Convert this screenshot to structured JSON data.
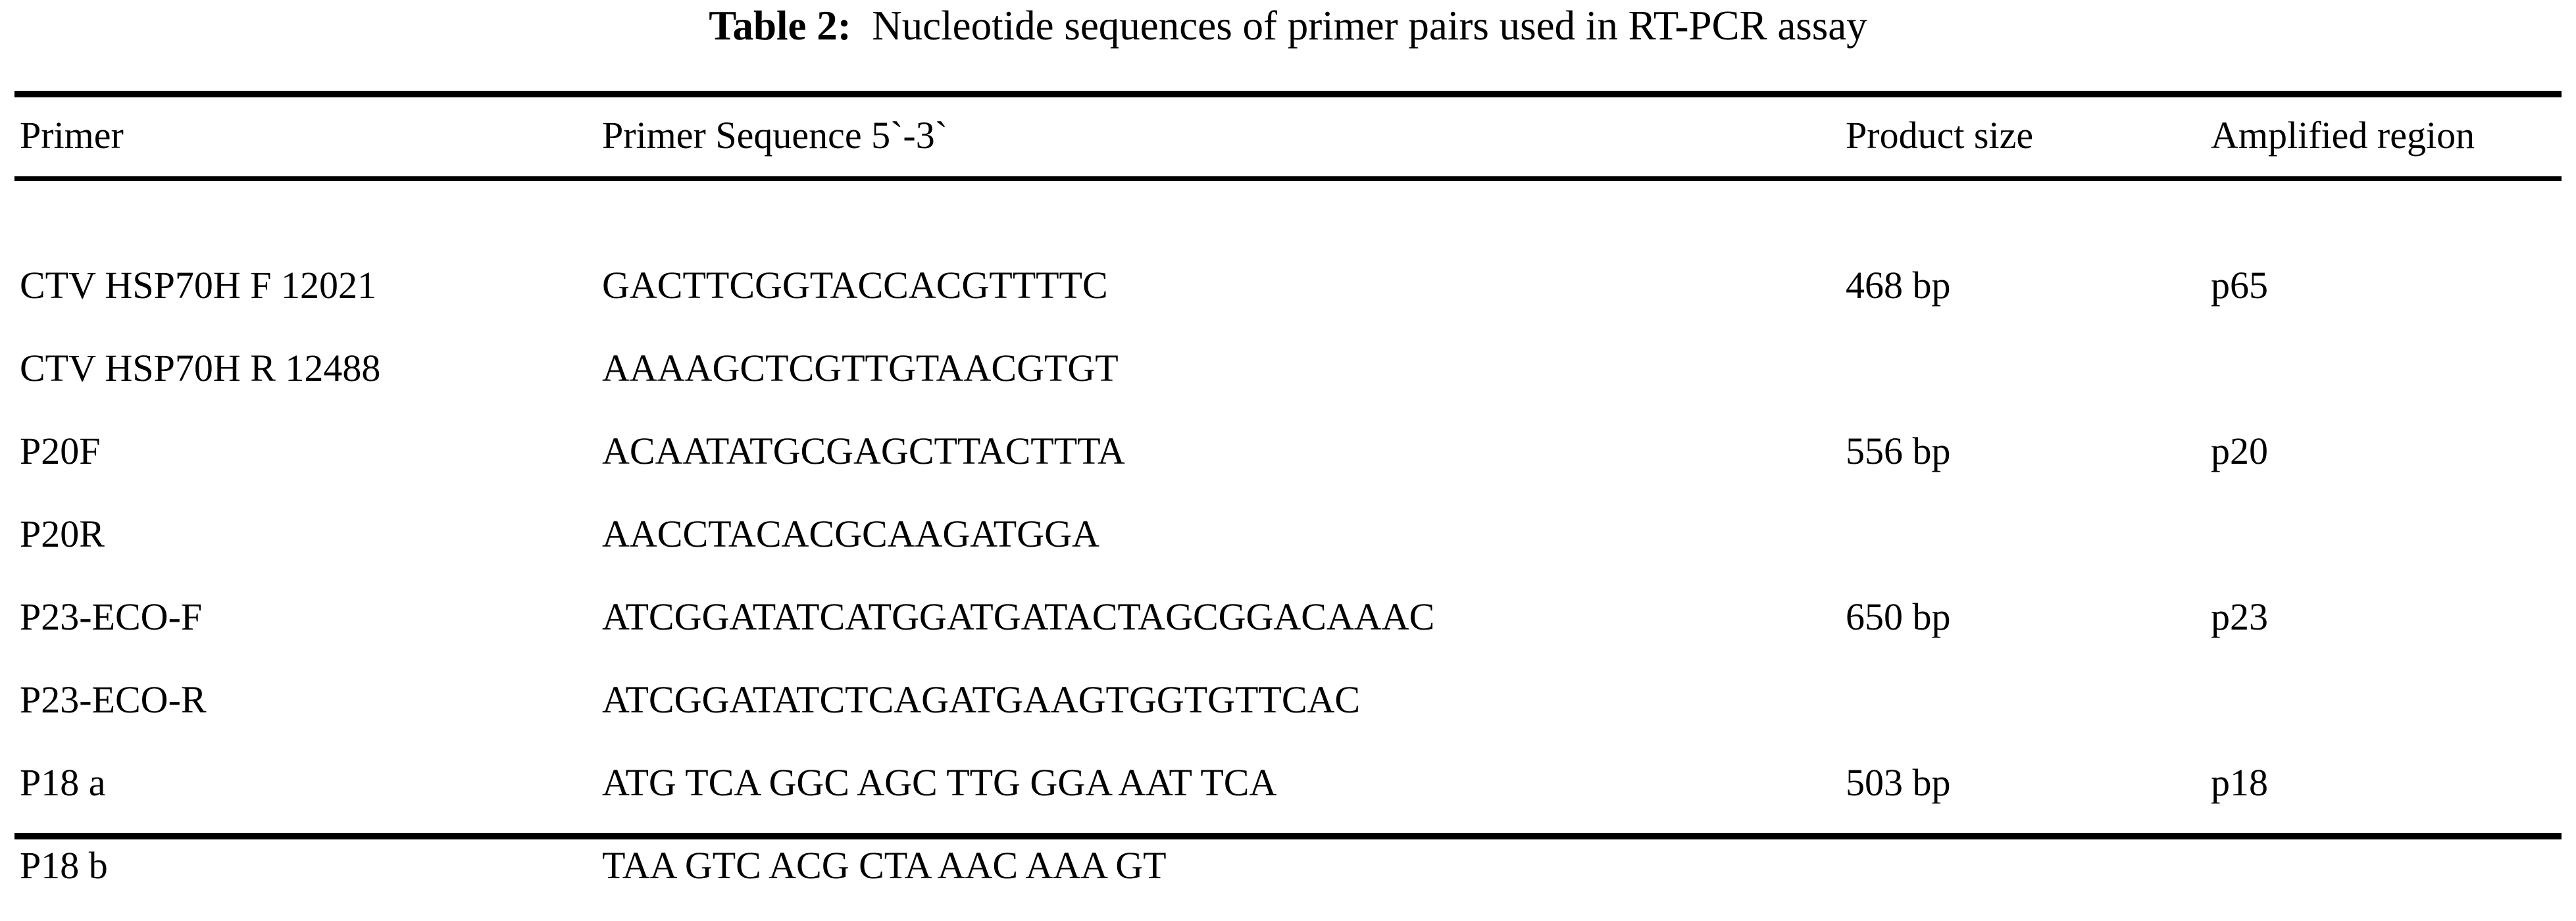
{
  "caption": {
    "label": "Table 2:",
    "text": "Nucleotide sequences of primer pairs used in RT-PCR assay"
  },
  "table": {
    "columns": [
      "Primer",
      "Primer Sequence 5`-3`",
      "Product size",
      "Amplified region"
    ],
    "rows": [
      {
        "primer": "CTV HSP70H F 12021",
        "sequence": "GACTTCGGTACCACGTTTTC",
        "product_size": "468 bp",
        "amplified_region": "p65"
      },
      {
        "primer": "CTV HSP70H R 12488",
        "sequence": "AAAAGCTCGTTGTAACGTGT",
        "product_size": "",
        "amplified_region": ""
      },
      {
        "primer": "P20F",
        "sequence": "ACAATATGCGAGCTTACTTTA",
        "product_size": "556 bp",
        "amplified_region": "p20"
      },
      {
        "primer": "P20R",
        "sequence": "AACCTACACGCAAGATGGA",
        "product_size": "",
        "amplified_region": ""
      },
      {
        "primer": "P23-ECO-F",
        "sequence": "ATCGGATATCATGGATGATACTAGCGGACAAAC",
        "product_size": "650 bp",
        "amplified_region": "p23"
      },
      {
        "primer": "P23-ECO-R",
        "sequence": "ATCGGATATCTCAGATGAAGTGGTGTTCAC",
        "product_size": "",
        "amplified_region": ""
      },
      {
        "primer": "P18 a",
        "sequence": "ATG TCA GGC AGC TTG GGA AAT TCA",
        "product_size": "503 bp",
        "amplified_region": "p18"
      },
      {
        "primer": "P18 b",
        "sequence": "TAA GTC ACG CTA AAC AAA GT",
        "product_size": "",
        "amplified_region": ""
      }
    ]
  },
  "style": {
    "text_color": "#000000",
    "background_color": "#ffffff",
    "rule_color": "#000000"
  }
}
